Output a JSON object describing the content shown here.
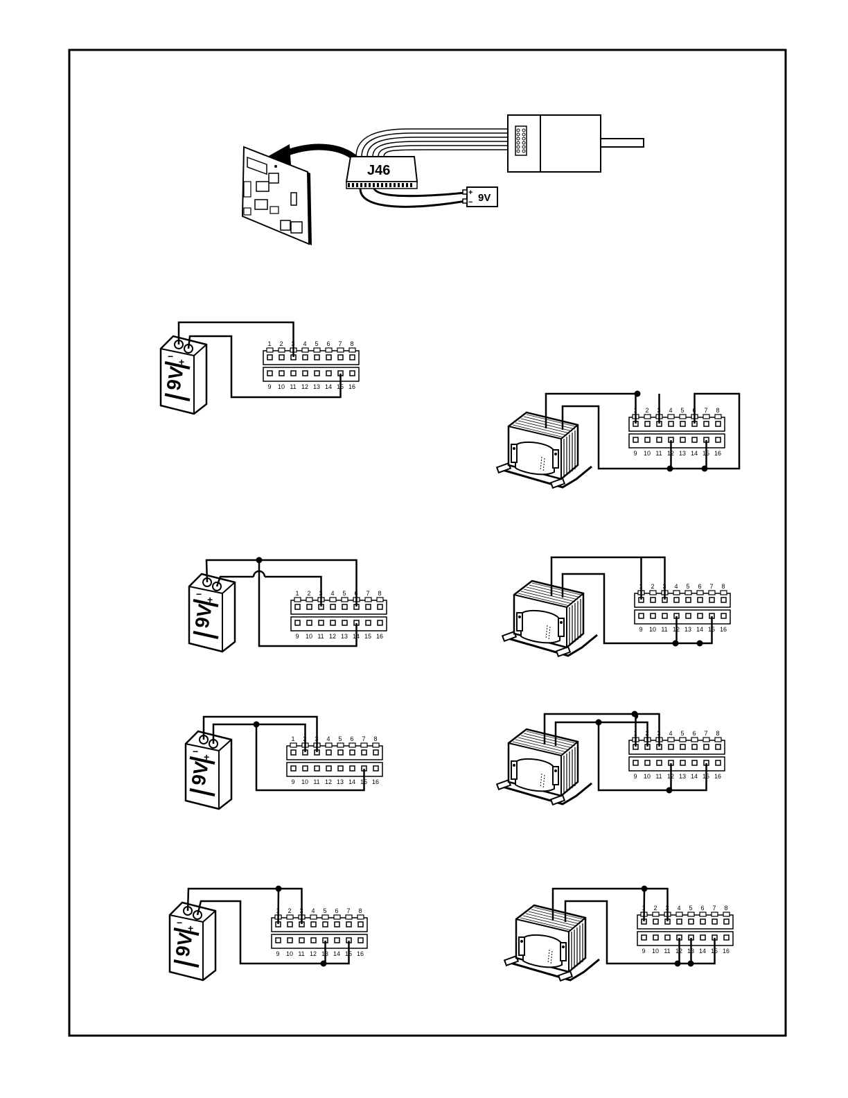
{
  "connector_label": "J46",
  "battery_label": "9V",
  "top_pins": [
    "1",
    "2",
    "3",
    "4",
    "5",
    "6",
    "7",
    "8"
  ],
  "bottom_pins": [
    "9",
    "10",
    "11",
    "12",
    "13",
    "14",
    "15",
    "16"
  ],
  "polarity": {
    "plus": "+",
    "minus": "−"
  }
}
